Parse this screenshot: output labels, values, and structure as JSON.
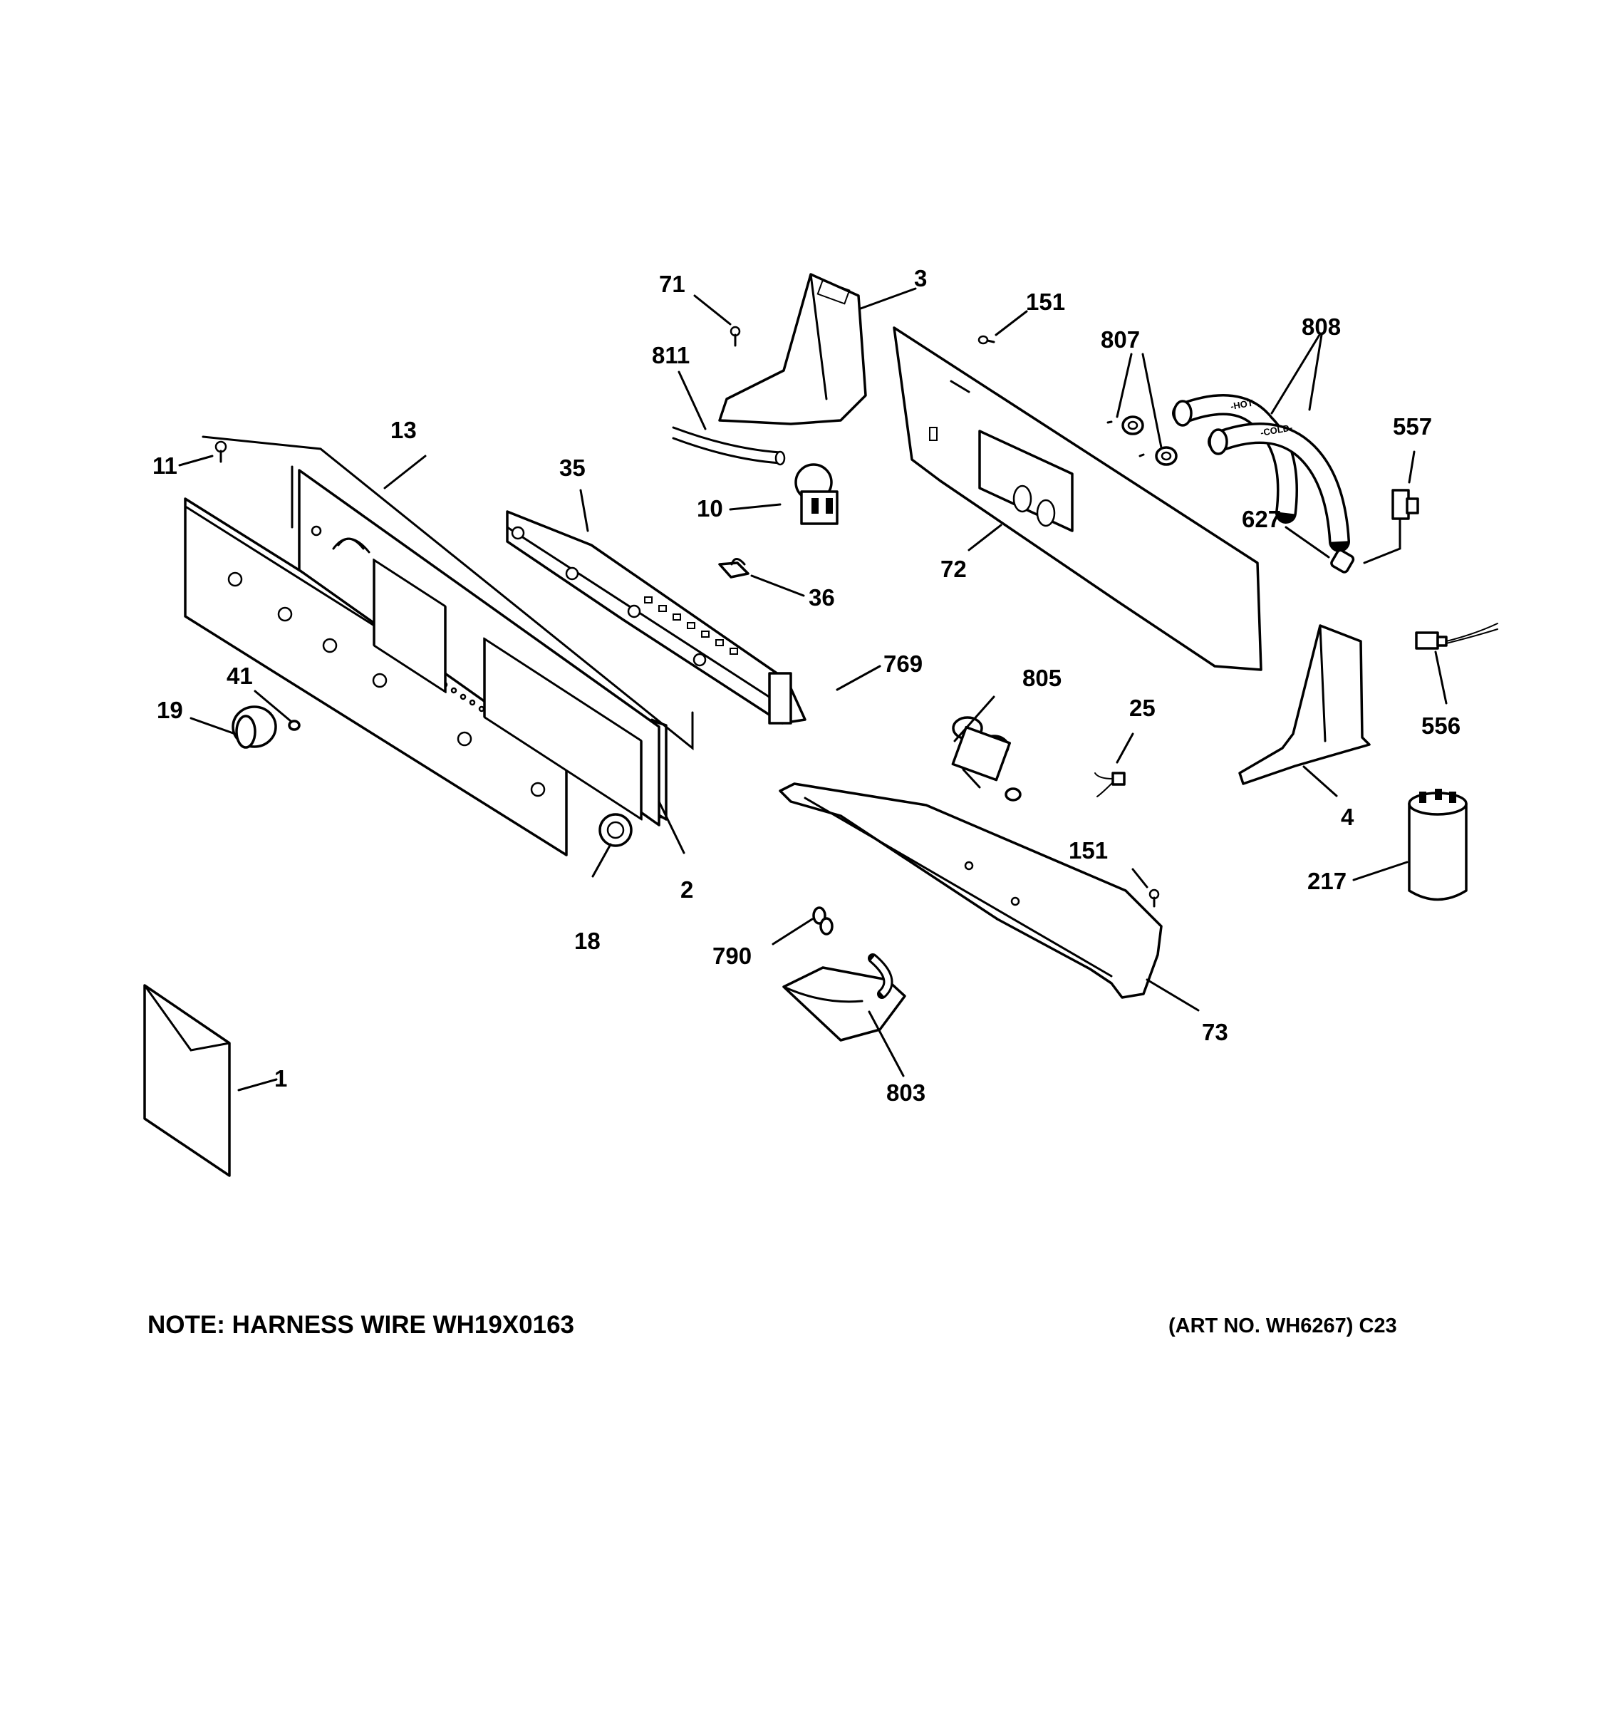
{
  "diagram": {
    "note": "NOTE: HARNESS WIRE WH19X0163",
    "art_number": "(ART NO. WH6267) C23",
    "callouts": {
      "c1": "1",
      "c2": "2",
      "c3": "3",
      "c4": "4",
      "c10": "10",
      "c11": "11",
      "c13": "13",
      "c18": "18",
      "c19": "19",
      "c25": "25",
      "c35": "35",
      "c36": "36",
      "c41": "41",
      "c71": "71",
      "c72": "72",
      "c73": "73",
      "c151a": "151",
      "c151b": "151",
      "c217": "217",
      "c556": "556",
      "c557": "557",
      "c627": "627",
      "c769": "769",
      "c790": "790",
      "c803": "803",
      "c805": "805",
      "c807": "807",
      "c808": "808",
      "c811": "811"
    },
    "hose_labels": {
      "hot": "-HOT-",
      "cold": "-COLD-"
    }
  }
}
